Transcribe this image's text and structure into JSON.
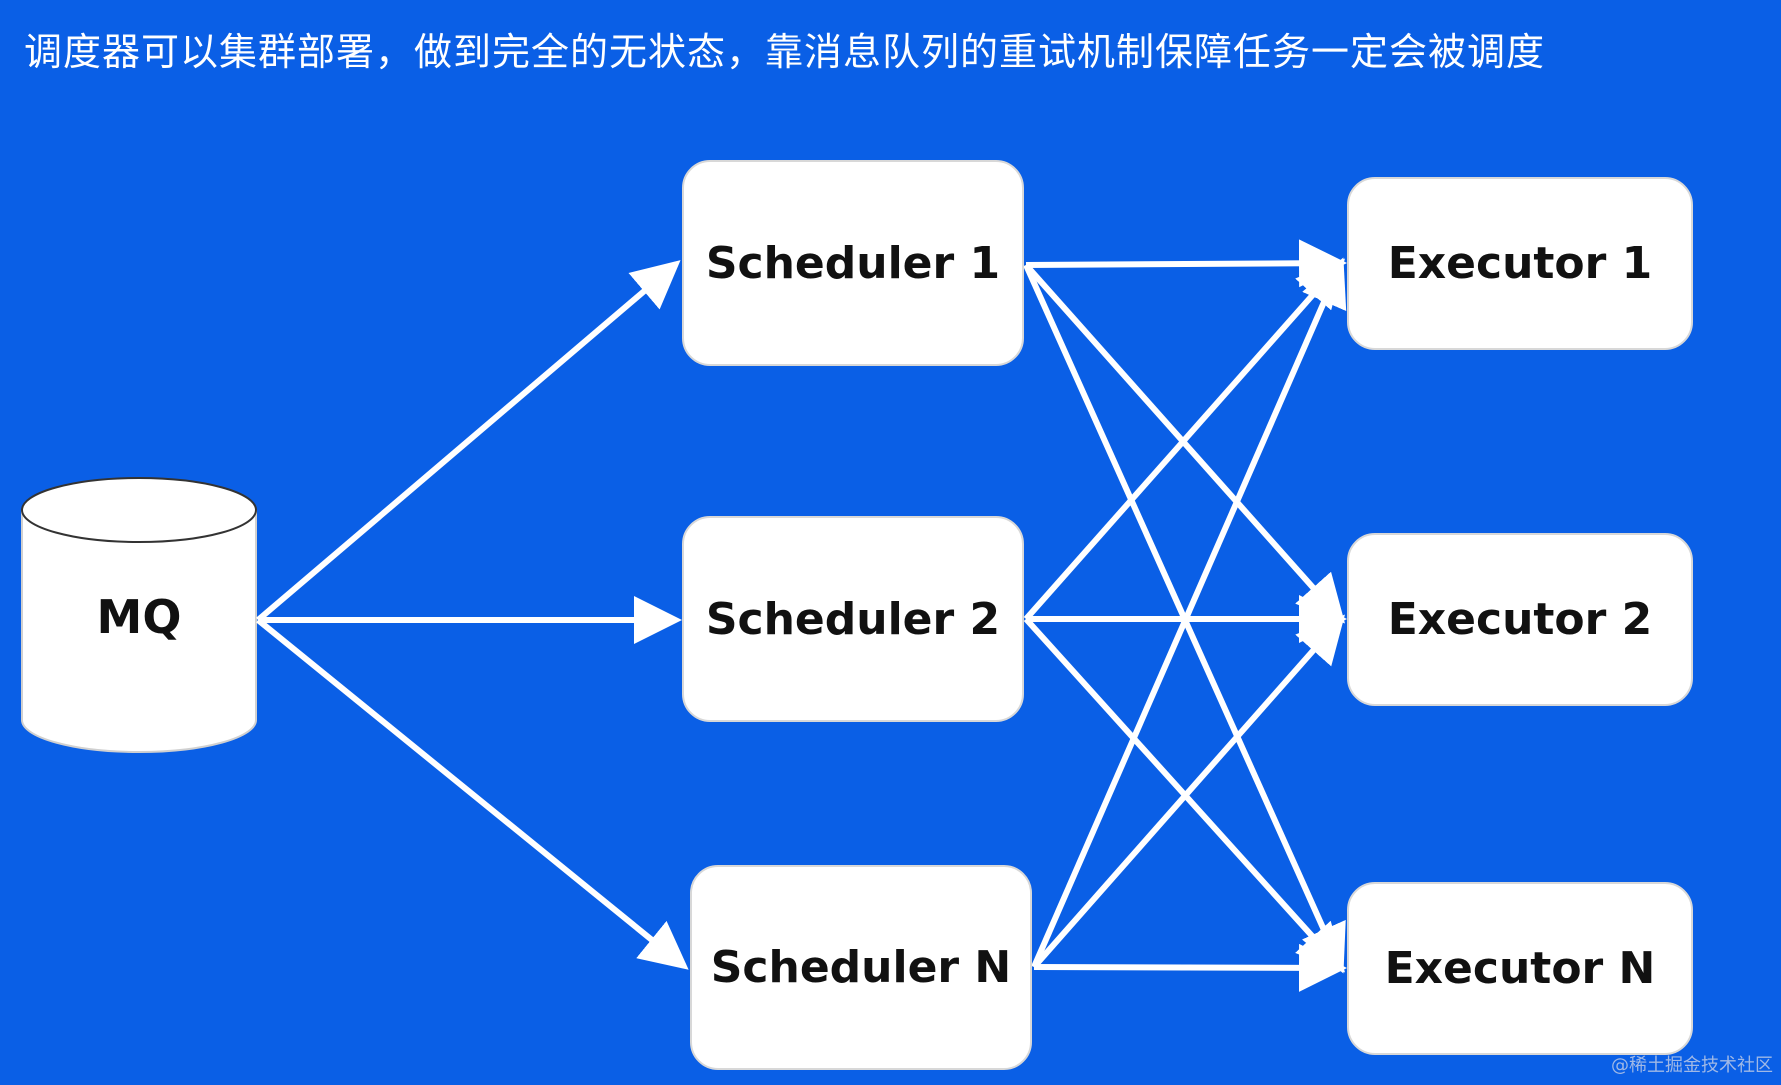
{
  "caption": "调度器可以集群部署，做到完全的无状态，靠消息队列的重试机制保障任务一定会被调度",
  "nodes": {
    "mq": "MQ",
    "scheduler_1": "Scheduler 1",
    "scheduler_2": "Scheduler 2",
    "scheduler_n": "Scheduler N",
    "executor_1": "Executor 1",
    "executor_2": "Executor 2",
    "executor_n": "Executor N"
  },
  "watermark": "@稀土掘金技术社区",
  "colors": {
    "background": "#0a5fe6",
    "box": "#ffffff",
    "arrow": "#ffffff"
  },
  "edges": [
    {
      "from": "MQ",
      "to": "Scheduler 1"
    },
    {
      "from": "MQ",
      "to": "Scheduler 2"
    },
    {
      "from": "MQ",
      "to": "Scheduler N"
    },
    {
      "from": "Scheduler 1",
      "to": "Executor 1"
    },
    {
      "from": "Scheduler 1",
      "to": "Executor 2"
    },
    {
      "from": "Scheduler 1",
      "to": "Executor N"
    },
    {
      "from": "Scheduler 2",
      "to": "Executor 1"
    },
    {
      "from": "Scheduler 2",
      "to": "Executor 2"
    },
    {
      "from": "Scheduler 2",
      "to": "Executor N"
    },
    {
      "from": "Scheduler N",
      "to": "Executor 1"
    },
    {
      "from": "Scheduler N",
      "to": "Executor 2"
    },
    {
      "from": "Scheduler N",
      "to": "Executor N"
    }
  ]
}
